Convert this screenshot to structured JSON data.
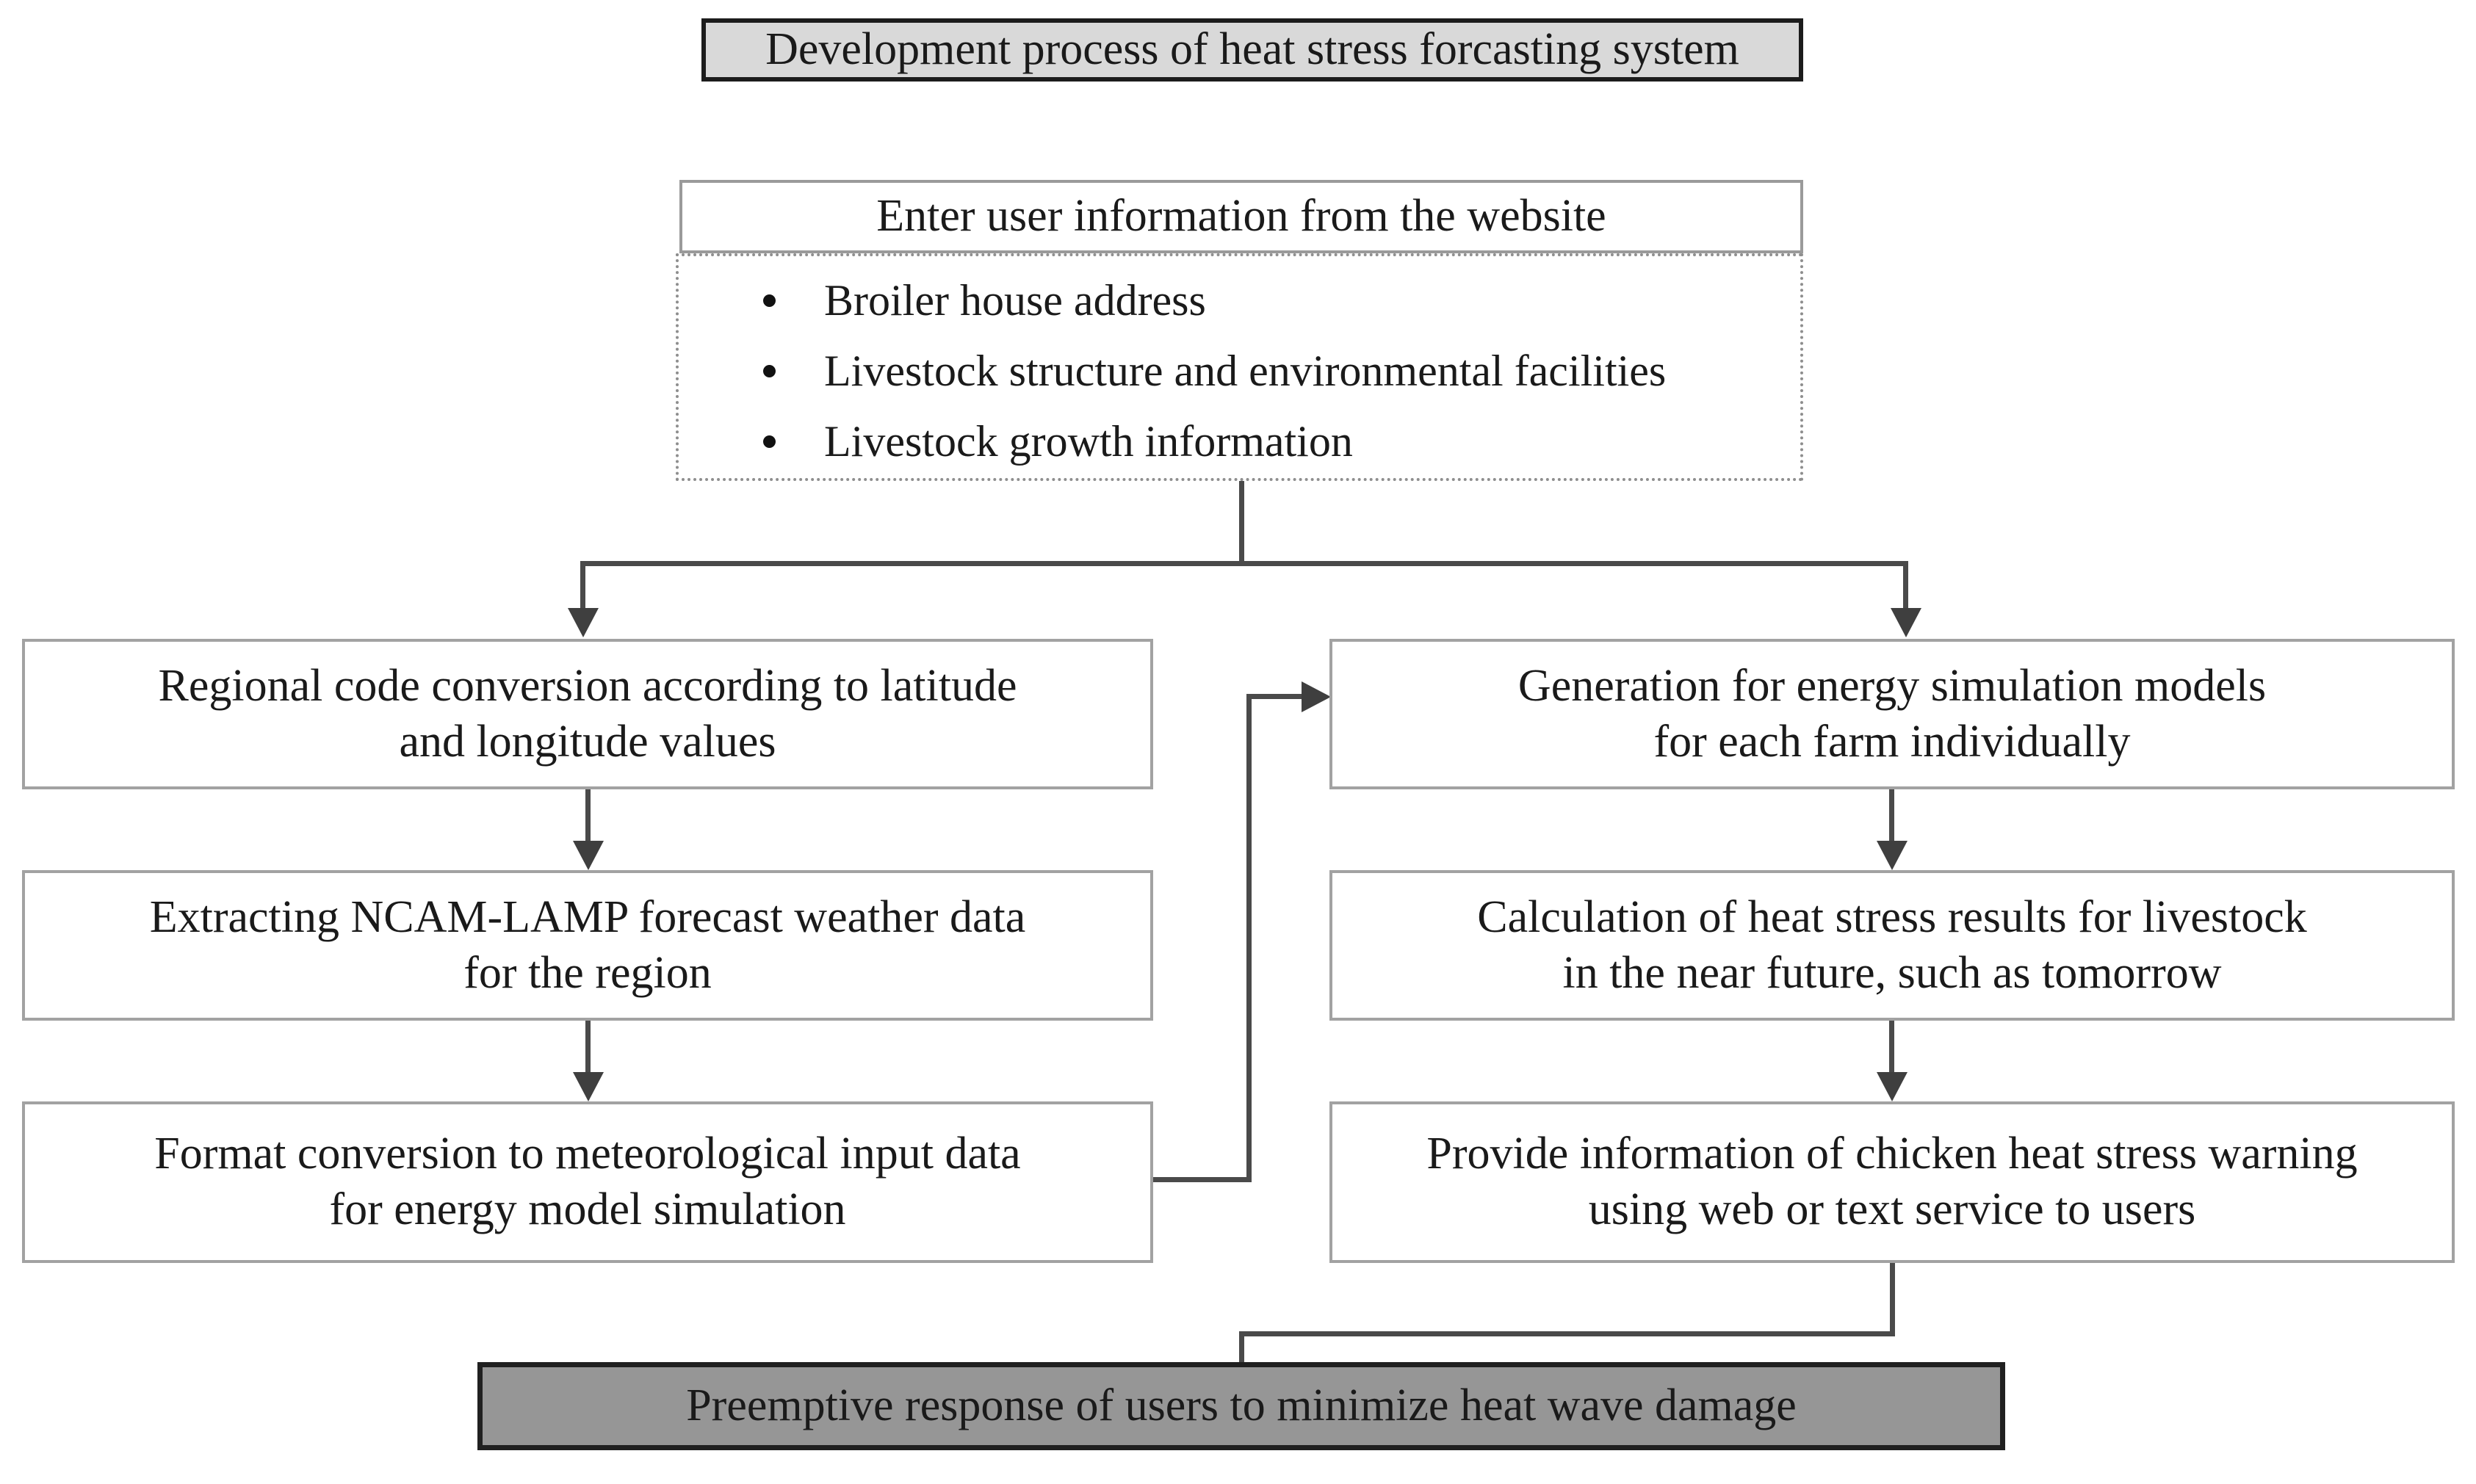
{
  "title_box": {
    "label": "Development process of  heat stress forcasting system"
  },
  "input_panel": {
    "header": "Enter user information from the website",
    "bullets": [
      "Broiler house address",
      "Livestock structure and environmental facilities",
      "Livestock growth information"
    ]
  },
  "left_column": [
    {
      "line1": "Regional code conversion according to latitude",
      "line2": "and longitude values"
    },
    {
      "line1": "Extracting NCAM-LAMP forecast weather data",
      "line2": "for the region"
    },
    {
      "line1": "Format conversion to meteorological input data",
      "line2": "for energy model simulation"
    }
  ],
  "right_column": [
    {
      "line1": "Generation for energy simulation models",
      "line2": "for each farm individually"
    },
    {
      "line1": "Calculation of heat stress results for livestock",
      "line2": "in the near future, such as tomorrow"
    },
    {
      "line1": "Provide information of chicken heat stress warning",
      "line2": "using web or text service to users"
    }
  ],
  "final_box": {
    "label": "Preemptive response of users to minimize heat wave damage"
  },
  "colors": {
    "title_fill": "#d9d9d9",
    "title_border": "#1c1c1c",
    "step_border": "#a2a2a2",
    "dotted_border": "#8e8e8e",
    "final_fill": "#969696",
    "final_border": "#202020",
    "connector": "#4a4a4a",
    "background": "#ffffff"
  }
}
